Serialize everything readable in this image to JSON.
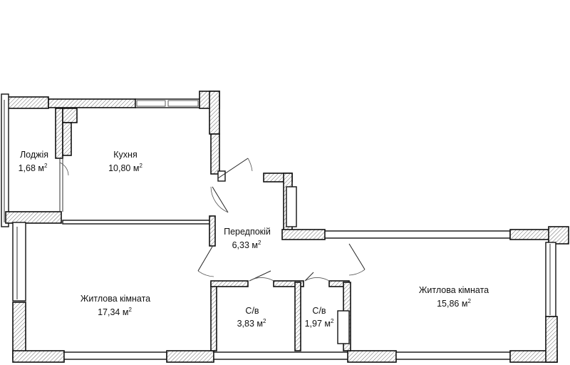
{
  "rooms": {
    "loggia": {
      "name": "Лоджія",
      "area": "1,68 м",
      "unit_sup": "2"
    },
    "kitchen": {
      "name": "Кухня",
      "area": "10,80 м",
      "unit_sup": "2"
    },
    "hallway": {
      "name": "Передпокій",
      "area": "6,33 м",
      "unit_sup": "2"
    },
    "living1": {
      "name": "Житлова кімната",
      "area": "17,34 м",
      "unit_sup": "2"
    },
    "bath1": {
      "name": "С/в",
      "area": "3,83 м",
      "unit_sup": "2"
    },
    "bath2": {
      "name": "С/в",
      "area": "1,97 м",
      "unit_sup": "2"
    },
    "living2": {
      "name": "Житлова кімната",
      "area": "15,86 м",
      "unit_sup": "2"
    }
  },
  "colors": {
    "wall": "#111111",
    "hatch": "#666666",
    "background": "#ffffff"
  }
}
